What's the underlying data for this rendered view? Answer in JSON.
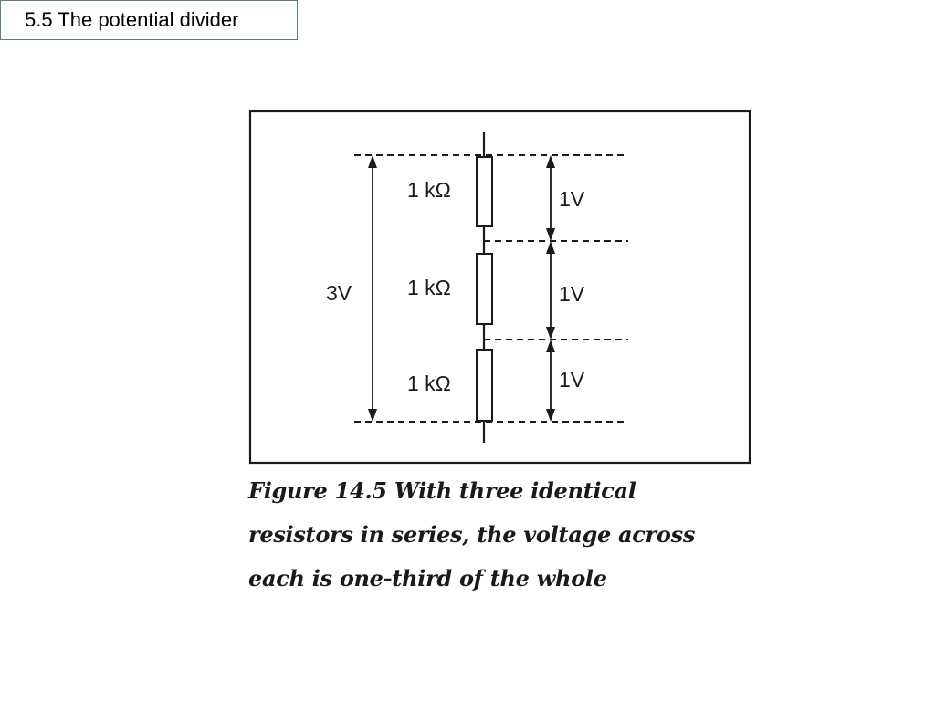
{
  "slide": {
    "title": "5.5 The potential divider"
  },
  "figure": {
    "resistors": [
      {
        "label": "1 kΩ",
        "voltage": "1V"
      },
      {
        "label": "1 kΩ",
        "voltage": "1V"
      },
      {
        "label": "1 kΩ",
        "voltage": "1V"
      }
    ],
    "total_voltage": "3V",
    "caption": {
      "line1": "Figure 14.5    With three identical",
      "line2": "resistors in series, the voltage across",
      "line3": "each is one-third of the whole"
    }
  }
}
